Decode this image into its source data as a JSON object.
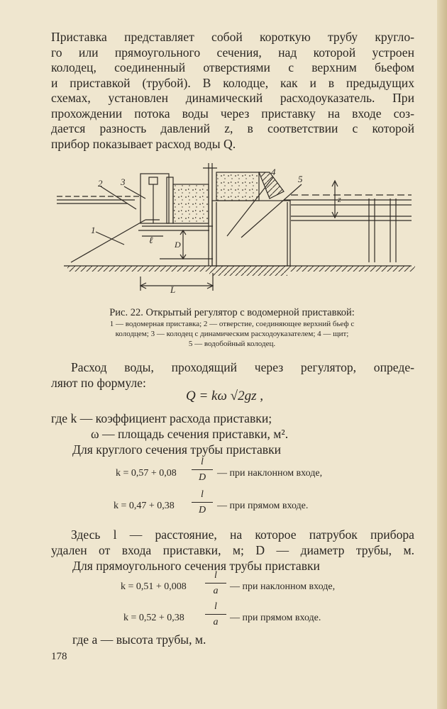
{
  "intro": {
    "lines": [
      "Приставка представляет собой короткую трубу кругло-",
      "го или прямоугольного сечения, над которой устроен",
      "колодец, соединенный отверстиями с верхним бьефом",
      "и приставкой (трубой). В колодце, как и в предыдущих",
      "схемах, установлен динамический расходоуказатель. При",
      "прохождении потока воды через приставку на входе соз-",
      "дается разность давлений z, в соответствии с которой",
      "прибор показывает расход воды Q."
    ]
  },
  "figure": {
    "labels": {
      "n1": "1",
      "n2": "2",
      "n3": "3",
      "n4": "4",
      "n5": "5",
      "ell": "ℓ",
      "D": "D",
      "L": "L",
      "z": "z"
    },
    "caption": "Рис. 22. Открытый регулятор с водомерной приставкой:",
    "legend": [
      "1 — водомерная приставка; 2 — отверстие, соединяющее верхний бьеф с",
      "колодцем; 3 — колодец с динамическим расходоуказателем; 4 — щит;",
      "5 — водобойный колодец."
    ]
  },
  "body": {
    "lines1": [
      "Расход воды, проходящий через регулятор, опреде-",
      "ляют по формуле:"
    ],
    "formula_main": "Q = kω √2gz ,",
    "where1": "где  k — коэффициент расхода приставки;",
    "where2": "ω — площадь сечения приставки, м².",
    "circ_heading": "Для круглого сечения трубы приставки",
    "f1_left": "k = 0,57 + 0,08",
    "f1_right": "— при наклонном входе,",
    "f2_left": "k = 0,47 + 0,38",
    "f2_right": "— при прямом входе.",
    "frac_num_l": "l",
    "frac_den_D": "D",
    "here_lines": [
      "Здесь l — расстояние, на которое патрубок прибора",
      "удален от входа приставки, м; D — диаметр трубы, м."
    ],
    "rect_heading": "Для прямоугольного сечения трубы приставки",
    "f3_left": "k = 0,51 + 0,008",
    "f3_right": "— при наклонном входе,",
    "f4_left": "k = 0,52 + 0,38",
    "f4_right": "— при прямом входе.",
    "frac_den_a": "a",
    "where3": "где a — высота трубы, м."
  },
  "page_number": "178"
}
